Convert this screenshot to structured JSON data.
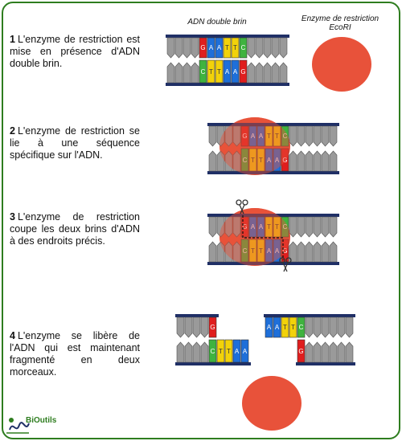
{
  "headers": {
    "dna": "ADN double brin",
    "enzyme_line1": "Enzyme de restriction",
    "enzyme_line2": "EcoRI"
  },
  "steps": [
    {
      "num": "1",
      "text": "L'enzyme de restriction est mise en présence d'ADN double brin."
    },
    {
      "num": "2",
      "text": "L'enzyme de restriction se lie à une séquence spécifique sur l'ADN."
    },
    {
      "num": "3",
      "text": "L'enzyme de restriction coupe les deux brins d'ADN à des endroits précis."
    },
    {
      "num": "4",
      "text": "L'enzyme se libère de l'ADN qui est maintenant fragmenté en deux morceaux."
    }
  ],
  "sequence": {
    "top": [
      "G",
      "A",
      "A",
      "T",
      "T",
      "C"
    ],
    "bottom": [
      "C",
      "T",
      "T",
      "A",
      "A",
      "G"
    ]
  },
  "fragments": {
    "left_top": [
      "G"
    ],
    "left_bottom": [
      "C",
      "T",
      "T",
      "A",
      "A"
    ],
    "right_top": [
      "A",
      "A",
      "T",
      "T",
      "C"
    ],
    "right_bottom": [
      "G"
    ]
  },
  "logo": {
    "text": "BiOutils"
  },
  "colors": {
    "A": "#1e6fd9",
    "T": "#f2d20a",
    "G": "#e01e1e",
    "C": "#3fb33f",
    "backbone": "#1f2f66",
    "nucleotide_gray": "#9a9a9a",
    "enzyme": "#e8523a",
    "frame": "#2e7d1f"
  }
}
